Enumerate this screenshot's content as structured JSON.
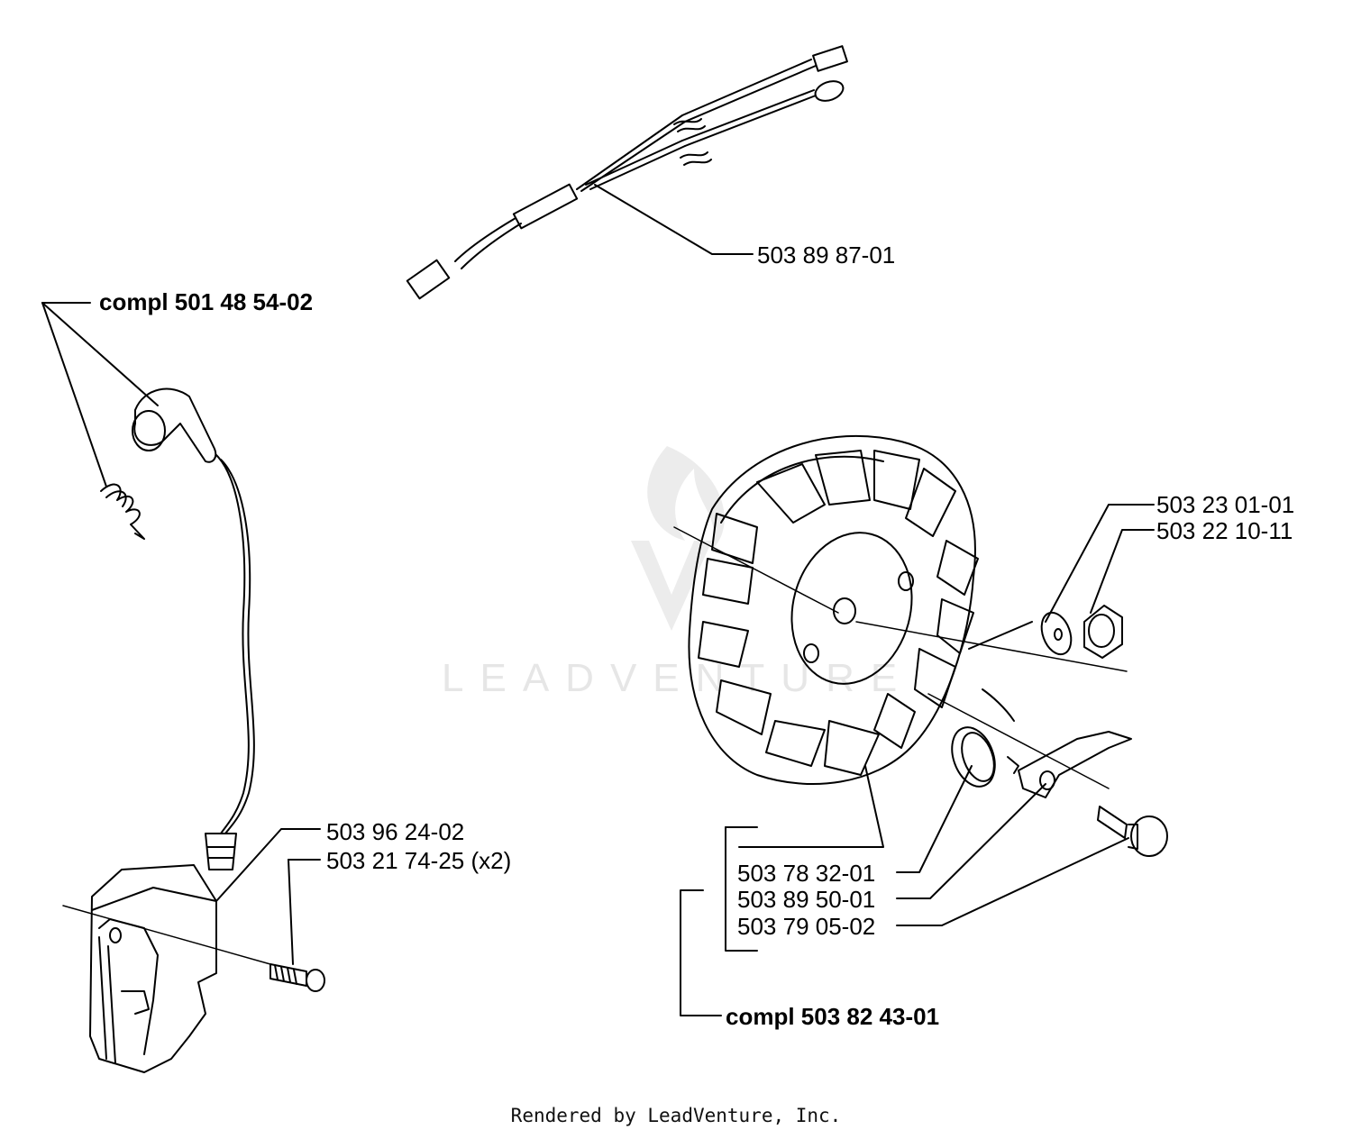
{
  "labels": {
    "wire_harness": "503 89 87-01",
    "ignition_compl": "compl 501 48 54-02",
    "washer": "503 23 01-01",
    "nut": "503 22 10-11",
    "module_part": "503 96 24-02",
    "screw": "503 21 74-25 (x2)",
    "flywheel": "503 78 32-01",
    "spring": "503 89 50-01",
    "pawl_pin": "503 79 05-02",
    "flywheel_compl": "compl 503 82 43-01"
  },
  "watermark": {
    "text": "LEADVENTURE"
  },
  "footer": {
    "text": "Rendered by LeadVenture, Inc."
  },
  "colors": {
    "line": "#000000",
    "watermark": "#e6e6e6"
  }
}
